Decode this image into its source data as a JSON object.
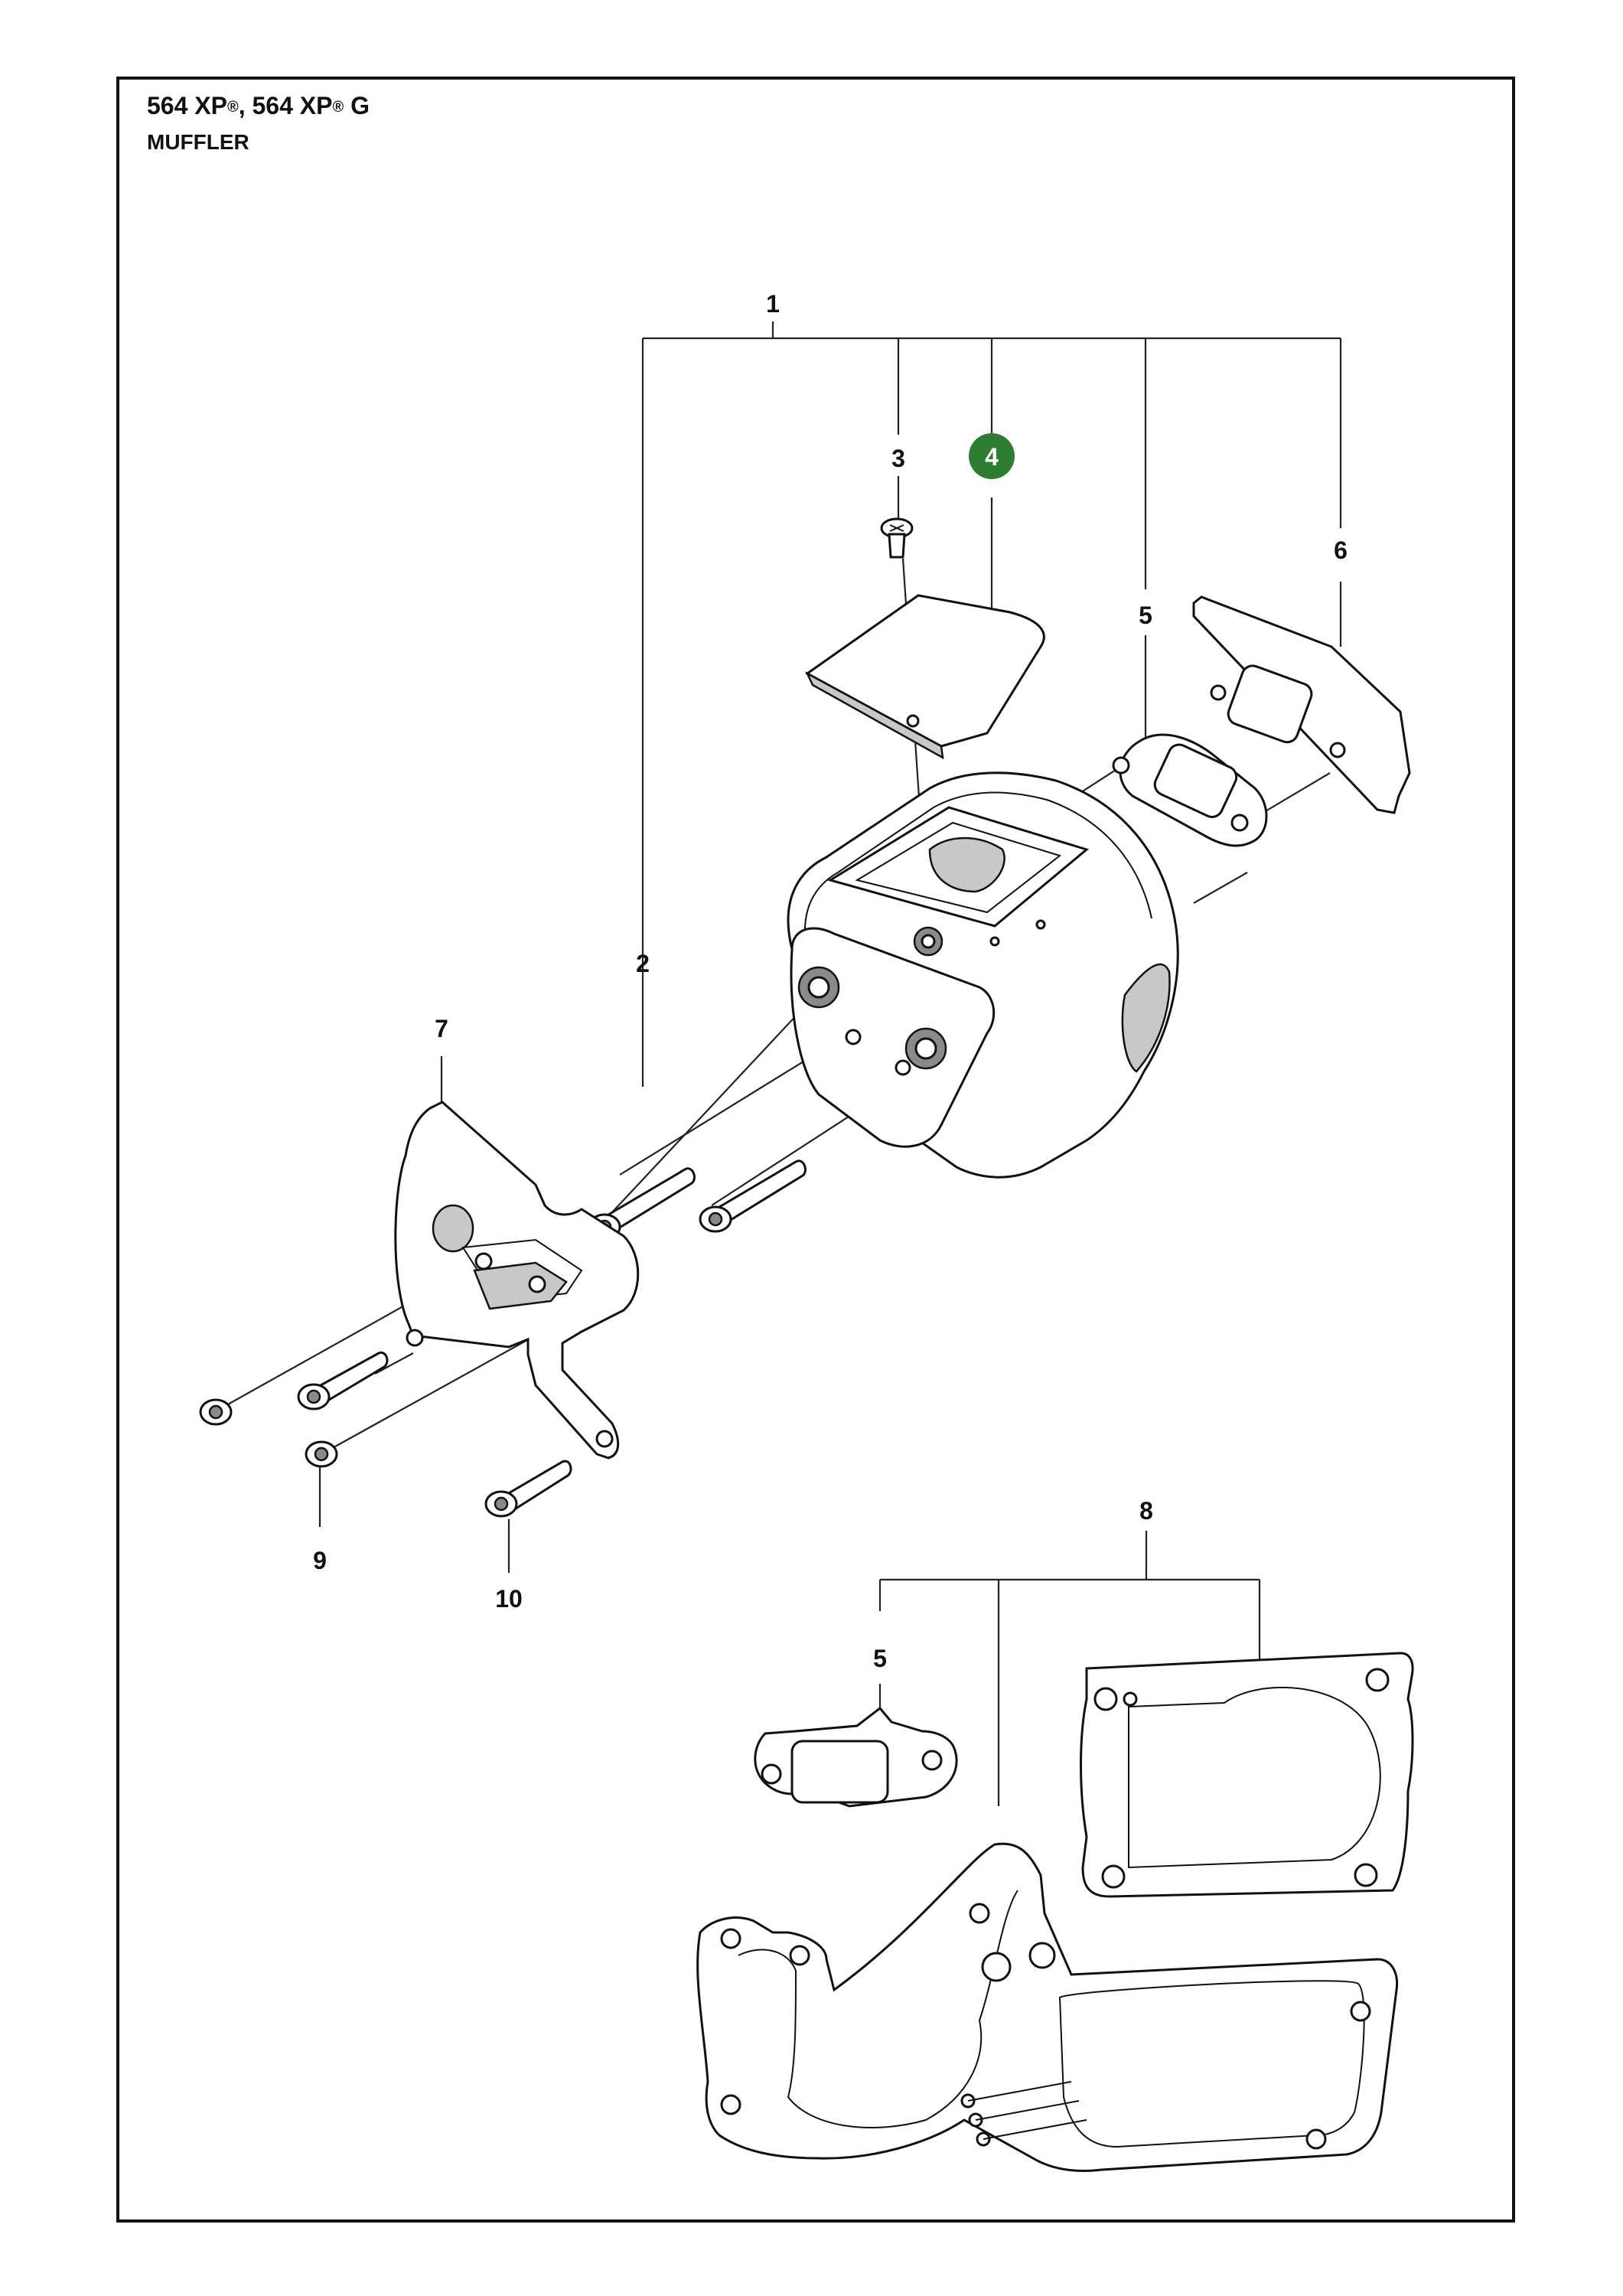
{
  "header": {
    "model_a": "564 XP",
    "reg_a": "®",
    "sep": ", ",
    "model_b": "564 XP",
    "reg_b": "®",
    "model_b_suffix": " G",
    "section": "MUFFLER"
  },
  "callouts": {
    "c1": "1",
    "c2": "2",
    "c3": "3",
    "c4": "4",
    "c5a": "5",
    "c5b": "5",
    "c6": "6",
    "c7": "7",
    "c8": "8",
    "c9": "9",
    "c10": "10"
  },
  "colors": {
    "highlight": "#2e7d32",
    "line": "#111111",
    "background": "#ffffff"
  }
}
